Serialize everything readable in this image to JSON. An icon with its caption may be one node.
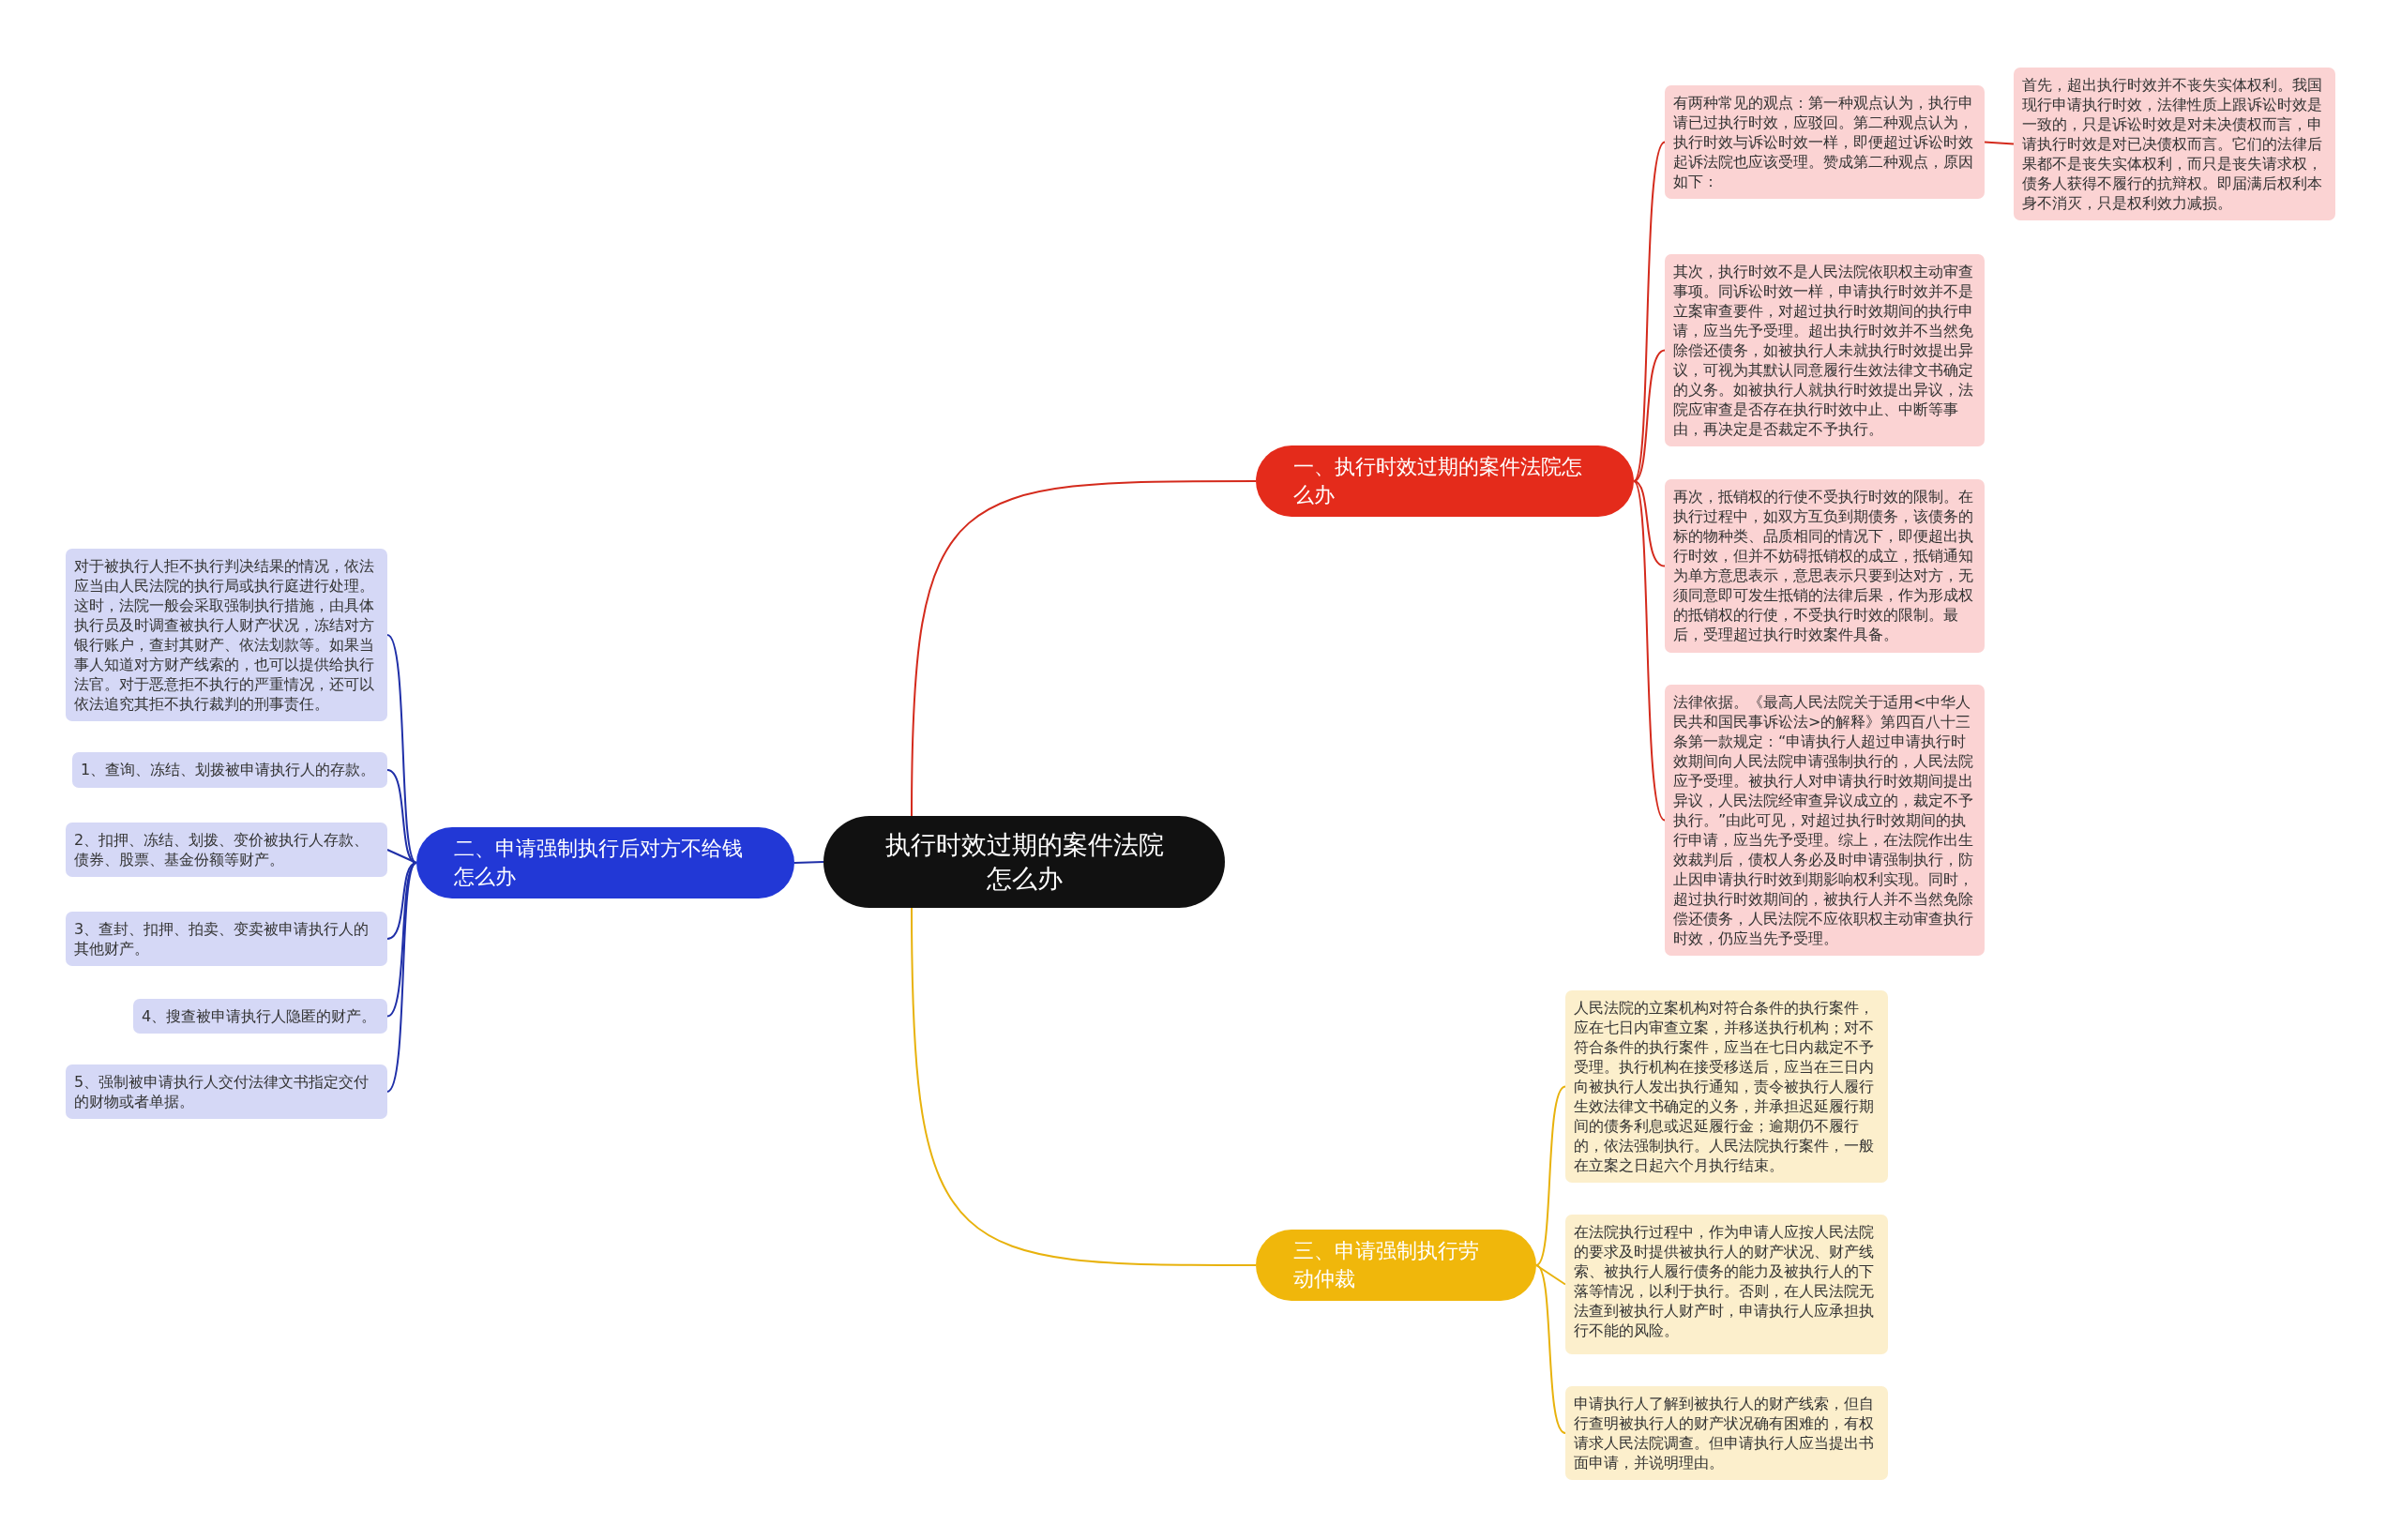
{
  "diagram": {
    "nodes": [
      {
        "text": [
          "执行时效过期的案件法院怎么办"
        ]
      },
      {
        "text": [
          "一、执行时效过期的案件法院怎么办"
        ]
      },
      {
        "text": [
          "有两种常见的观点：第一种观点认为，执行申请已过执行时效，应驳回。第二种观点认为，执行时效与诉讼时效一样，即便超过诉讼时效起诉法院也应该受理。赞成第二种观点，原因如下："
        ]
      },
      {
        "text": [
          "首先，超出执行时效并不丧失实体权利。我国现行申请执行时效，法律性质上跟诉讼时效是一致的，只是诉讼时效是对未决债权而言，申请执行时效是对已决债权而言。它们的法律后果都不是丧失实体权利，而只是丧失请求权，债务人获得不履行的抗辩权。即届满后权利本身不消灭，只是权利效力减损。"
        ]
      },
      {
        "text": [
          "其次，执行时效不是人民法院依职权主动审查事项。同诉讼时效一样，申请执行时效并不是立案审查要件，对超过执行时效期间的执行申请，应当先予受理。超出执行时效并不当然免除偿还债务，如被执行人未就执行时效提出异议，可视为其默认同意履行生效法律文书确定的义务。如被执行人就执行时效提出异议，法院应审查是否存在执行时效中止、中断等事由，再决定是否裁定不予执行。"
        ]
      },
      {
        "text": [
          "再次，抵销权的行使不受执行时效的限制。在执行过程中，如双方互负到期债务，该债务的标的物种类、品质相同的情况下，即便超出执行时效，但并不妨碍抵销权的成立，抵销通知为单方意思表示，意思表示只要到达对方，无须同意即可发生抵销的法律后果，作为形成权的抵销权的行使，不受执行时效的限制。最后，受理超过执行时效案件具备。"
        ]
      },
      {
        "text": [
          "法律依据。《最高人民法院关于适用<中华人民共和国民事诉讼法>的解释》第四百八十三条第一款规定：“申请执行人超过申请执行时效期间向人民法院申请强制执行的，人民法院应予受理。被执行人对申请执行时效期间提出异议，人民法院经审查异议成立的，裁定不予执行。”由此可见，对超过执行时效期间的执行申请，应当先予受理。综上，在法院作出生效裁判后，债权人务必及时申请强制执行，防止因申请执行时效到期影响权利实现。同时，超过执行时效期间的，被执行人并不当然免除偿还债务，人民法院不应依职权主动审查执行时效，仍应当先予受理。"
        ]
      },
      {
        "text": [
          "二、申请强制执行后对方不给钱怎么办"
        ]
      },
      {
        "text": [
          "对于被执行人拒不执行判决结果的情况，依法应当由人民法院的执行局或执行庭进行处理。这时，法院一般会采取强制执行措施，由具体执行员及时调查被执行人财产状况，冻结对方银行账户，查封其财产、依法划款等。如果当事人知道对方财产线索的，也可以提供给执行法官。对于恶意拒不执行的严重情况，还可以依法追究其拒不执行裁判的刑事责任。"
        ]
      },
      {
        "text": [
          "1、查询、冻结、划拨被申请执行人的存款。"
        ]
      },
      {
        "text": [
          "2、扣押、冻结、划拨、变价被执行人存款、债券、股票、基金份额等财产。"
        ]
      },
      {
        "text": [
          "3、查封、扣押、拍卖、变卖被申请执行人的其他财产。"
        ]
      },
      {
        "text": [
          "4、搜查被申请执行人隐匿的财产。"
        ]
      },
      {
        "text": [
          "5、强制被申请执行人交付法律文书指定交付的财物或者单据。"
        ]
      },
      {
        "text": [
          "三、申请强制执行劳动仲裁"
        ]
      },
      {
        "text": [
          "人民法院的立案机构对符合条件的执行案件，应在七日内审查立案，并移送执行机构；对不符合条件的执行案件，应当在七日内裁定不予受理。执行机构在接受移送后，应当在三日内向被执行人发出执行通知，责令被执行人履行生效法律文书确定的义务，并承担迟延履行期间的债务利息或迟延履行金；逾期仍不履行的，依法强制执行。人民法院执行案件，一般在立案之日起六个月执行结束。"
        ]
      },
      {
        "text": [
          "在法院执行过程中，作为申请人应按人民法院的要求及时提供被执行人的财产状况、财产线索、被执行人履行债务的能力及被执行人的下落等情况，以利于执行。否则，在人民法院无法查到被执行人财产时，申请执行人应承担执行不能的风险。"
        ]
      },
      {
        "text": [
          "申请执行人了解到被执行人的财产线索，但自行查明被执行人的财产状况确有困难的，有权请求人民法院调查。但申请执行人应当提出书面申请，并说明理由。"
        ]
      }
    ],
    "edges": [
      {
        "from": 0,
        "to": 1,
        "arrow": "none",
        "color": "#d42a1c"
      },
      {
        "from": 1,
        "to": 2,
        "arrow": "none",
        "color": "#d42a1c"
      },
      {
        "from": 2,
        "to": 3,
        "arrow": "none",
        "color": "#d42a1c"
      },
      {
        "from": 1,
        "to": 4,
        "arrow": "none",
        "color": "#d42a1c"
      },
      {
        "from": 1,
        "to": 5,
        "arrow": "none",
        "color": "#d42a1c"
      },
      {
        "from": 1,
        "to": 6,
        "arrow": "none",
        "color": "#d42a1c"
      },
      {
        "from": 0,
        "to": 7,
        "arrow": "none"
      },
      {
        "from": 7,
        "to": 8,
        "arrow": "none"
      },
      {
        "from": 7,
        "to": 9,
        "arrow": "none"
      },
      {
        "from": 7,
        "to": 10,
        "arrow": "none"
      },
      {
        "from": 7,
        "to": 11,
        "arrow": "none"
      },
      {
        "from": 7,
        "to": 12,
        "arrow": "none"
      },
      {
        "from": 7,
        "to": 13,
        "arrow": "none"
      },
      {
        "from": 0,
        "to": 14,
        "arrow": "none",
        "color": "#e8b20c"
      },
      {
        "from": 14,
        "to": 15,
        "arrow": "none",
        "color": "#e8b20c"
      },
      {
        "from": 14,
        "to": 16,
        "arrow": "none",
        "color": "#e8b20c"
      },
      {
        "from": 14,
        "to": 17,
        "arrow": "none",
        "color": "#e8b20c"
      }
    ]
  }
}
